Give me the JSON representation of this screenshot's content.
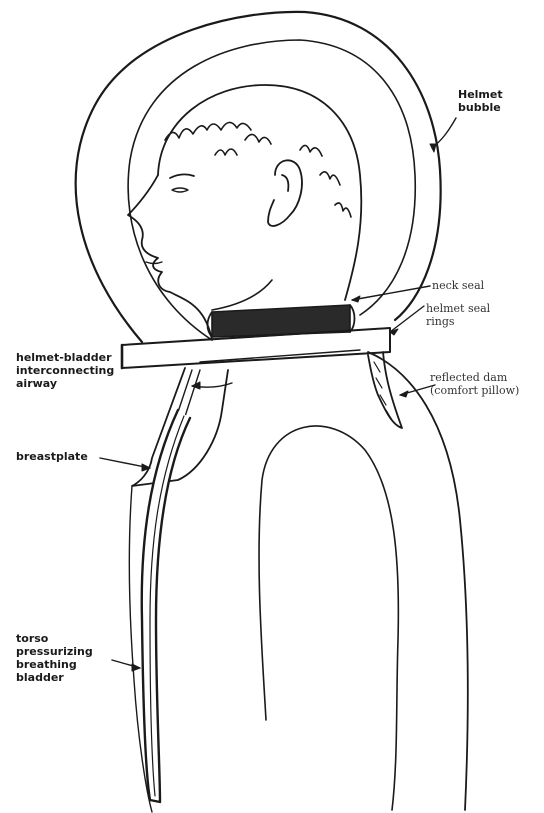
{
  "colors": {
    "ink": "#1a1a1a",
    "paper": "#ffffff"
  },
  "labels": {
    "helmet_bubble": [
      "Helmet",
      "bubble"
    ],
    "neck_seal": [
      "neck seal"
    ],
    "helmet_seal_rings": [
      "helmet seal",
      "rings"
    ],
    "reflected_dam": [
      "reflected dam",
      "(comfort pillow)"
    ],
    "helmet_bladder_airway": [
      "helmet-bladder",
      "interconnecting",
      "airway"
    ],
    "breastplate": [
      "breastplate"
    ],
    "torso_bladder": [
      "torso",
      "pressurizing",
      "breathing",
      "bladder"
    ]
  }
}
